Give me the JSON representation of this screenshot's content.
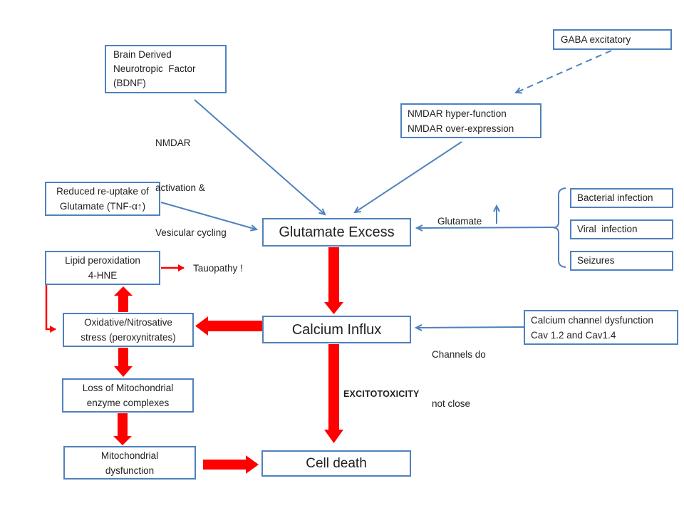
{
  "title": "Glutamate excitotoxicity pathway diagram",
  "colors": {
    "box_border": "#4F81BD",
    "arrow_blue": "#4F81BD",
    "arrow_red": "#FF0000",
    "background": "#FFFFFF",
    "text": "#1F1F1F"
  },
  "boxes": {
    "bdnf": {
      "lines": [
        "Brain Derived",
        "Neurotropic  Factor",
        "(BDNF)"
      ]
    },
    "gaba": {
      "label": "GABA excitatory"
    },
    "nmdar": {
      "lines": [
        "NMDAR hyper-function",
        "NMDAR over-expression"
      ]
    },
    "reuptake": {
      "lines": [
        "Reduced re-uptake of",
        "Glutamate (TNF-α↑)"
      ]
    },
    "glutamate_excess": {
      "label": "Glutamate Excess"
    },
    "bacterial": {
      "label": "Bacterial infection"
    },
    "viral": {
      "label": "Viral  infection"
    },
    "seizures": {
      "label": "Seizures"
    },
    "lipid": {
      "lines": [
        "Lipid peroxidation",
        "4-HNE"
      ]
    },
    "oxidative": {
      "lines": [
        "Oxidative/Nitrosative",
        "stress (peroxynitrates)"
      ]
    },
    "calcium_influx": {
      "label": "Calcium Influx"
    },
    "ca_channel": {
      "lines": [
        "Calcium channel dysfunction",
        "Cav 1.2 and Cav1.4"
      ]
    },
    "loss_mito": {
      "lines": [
        "Loss of Mitochondrial",
        "enzyme complexes"
      ]
    },
    "mito_dysfunction": {
      "lines": [
        "Mitochondrial",
        "dysfunction"
      ]
    },
    "cell_death": {
      "label": "Cell death"
    }
  },
  "labels": {
    "nmdar_activation": {
      "lines": [
        "NMDAR",
        "activation &",
        "Vesicular cycling"
      ]
    },
    "glutamate": {
      "label": "Glutamate"
    },
    "tauopathy": {
      "label": "Tauopathy !"
    },
    "channels": {
      "lines": [
        "Channels do",
        "not close"
      ]
    },
    "excitotoxicity": {
      "label": "EXCITOTOXICITY"
    }
  }
}
